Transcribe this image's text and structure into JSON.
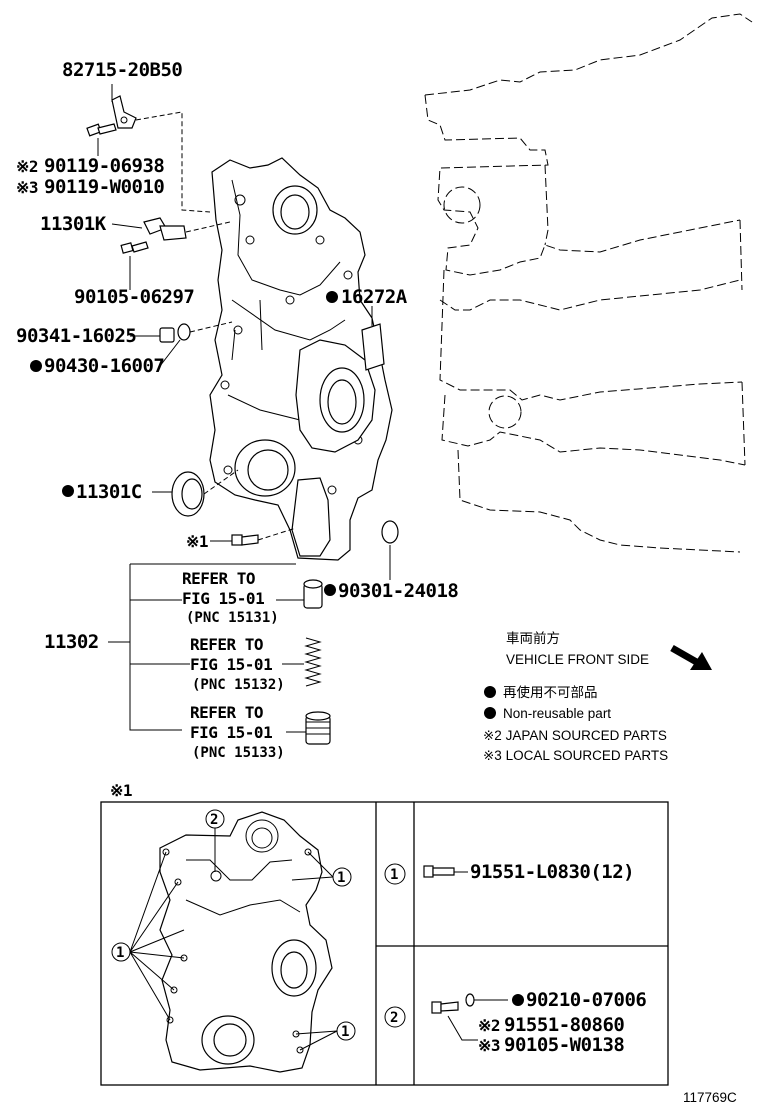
{
  "parts": {
    "p82715": "82715-20B50",
    "p90119_a": "90119-06938",
    "p90119_a_mark": "※2",
    "p90119_b": "90119-W0010",
    "p90119_b_mark": "※3",
    "p11301K": "11301K",
    "p90105": "90105-06297",
    "p16272A": "16272A",
    "p90341": "90341-16025",
    "p90430": "90430-16007",
    "p11301C": "11301C",
    "note1_mark": "※1",
    "p90301": "90301-24018",
    "p11302": "11302",
    "refer1_a": "REFER TO",
    "refer1_b": "FIG 15-01",
    "refer1_c": "(PNC 15131)",
    "refer2_a": "REFER TO",
    "refer2_b": "FIG 15-01",
    "refer2_c": "(PNC 15132)",
    "refer3_a": "REFER TO",
    "refer3_b": "FIG 15-01",
    "refer3_c": "(PNC 15133)"
  },
  "legend": {
    "direction_jp": "車両前方",
    "direction_en": "VEHICLE FRONT SIDE",
    "nonreuse_jp": "再使用不可部品",
    "nonreuse_en": "Non-reusable part",
    "japan": "※2 JAPAN SOURCED PARTS",
    "local": "※3 LOCAL SOURCED PARTS"
  },
  "detail_box": {
    "title": "※1",
    "callout1": "1",
    "callout2": "2",
    "row1_num": "1",
    "row1_part": "91551-L0830(12)",
    "row2_num": "2",
    "row2_part_a": "90210-07006",
    "row2_part_b_mark": "※2",
    "row2_part_b": "91551-80860",
    "row2_part_c_mark": "※3",
    "row2_part_c": "90105-W0138"
  },
  "diagram_id": "117769C"
}
